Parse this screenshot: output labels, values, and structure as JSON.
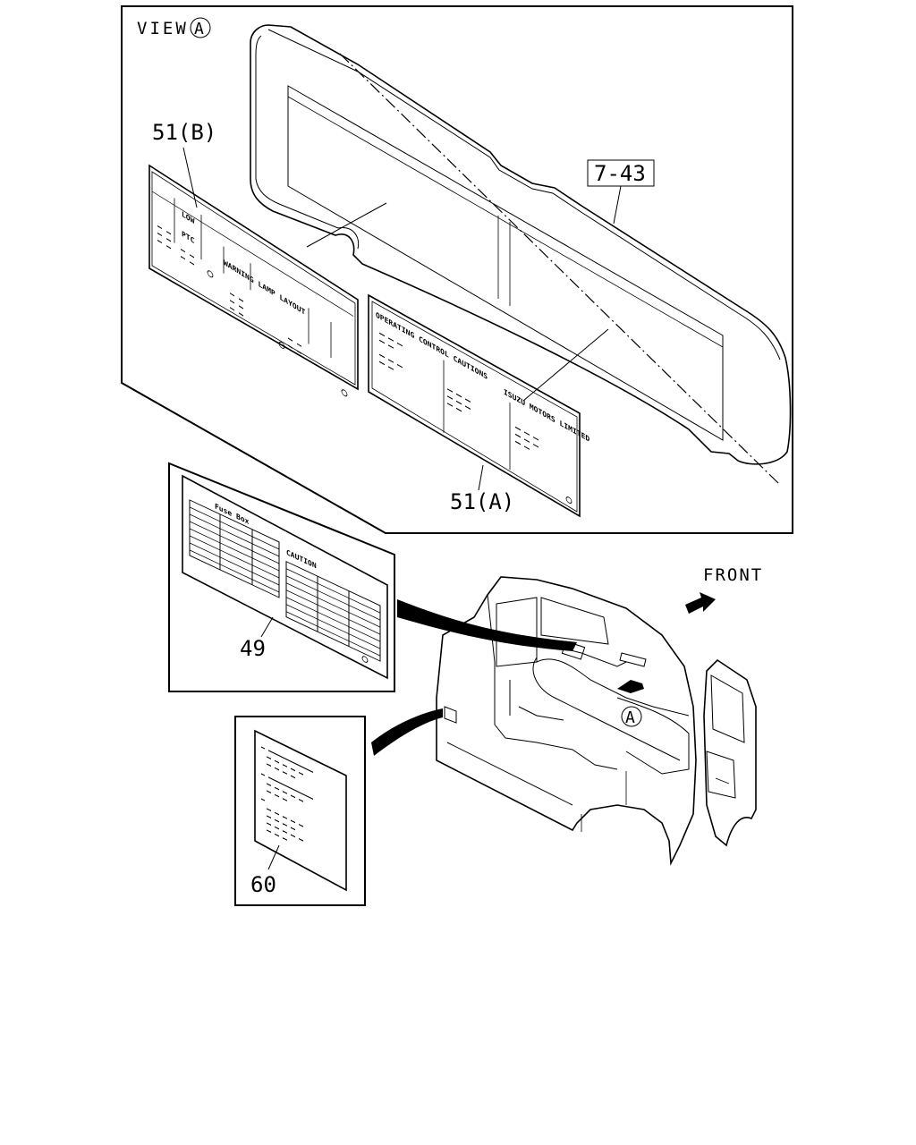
{
  "labels": {
    "view": "VIEW",
    "view_mark": "A",
    "part_51b": "51(B)",
    "part_7_43": "7-43",
    "part_51a": "51(A)",
    "part_49": "49",
    "part_60": "60",
    "front": "FRONT",
    "cab_view_mark": "A"
  },
  "decal_text": {
    "op_cautions": "OPERATING CONTROL CAUTIONS",
    "isuzu": "ISUZU MOTORS LIMITED",
    "lamp_layout": "WARNING LAMP LAYOUT",
    "fuse_box": "Fuse Box",
    "caution": "CAUTION",
    "ptc": "PTC",
    "low": "LOW"
  }
}
